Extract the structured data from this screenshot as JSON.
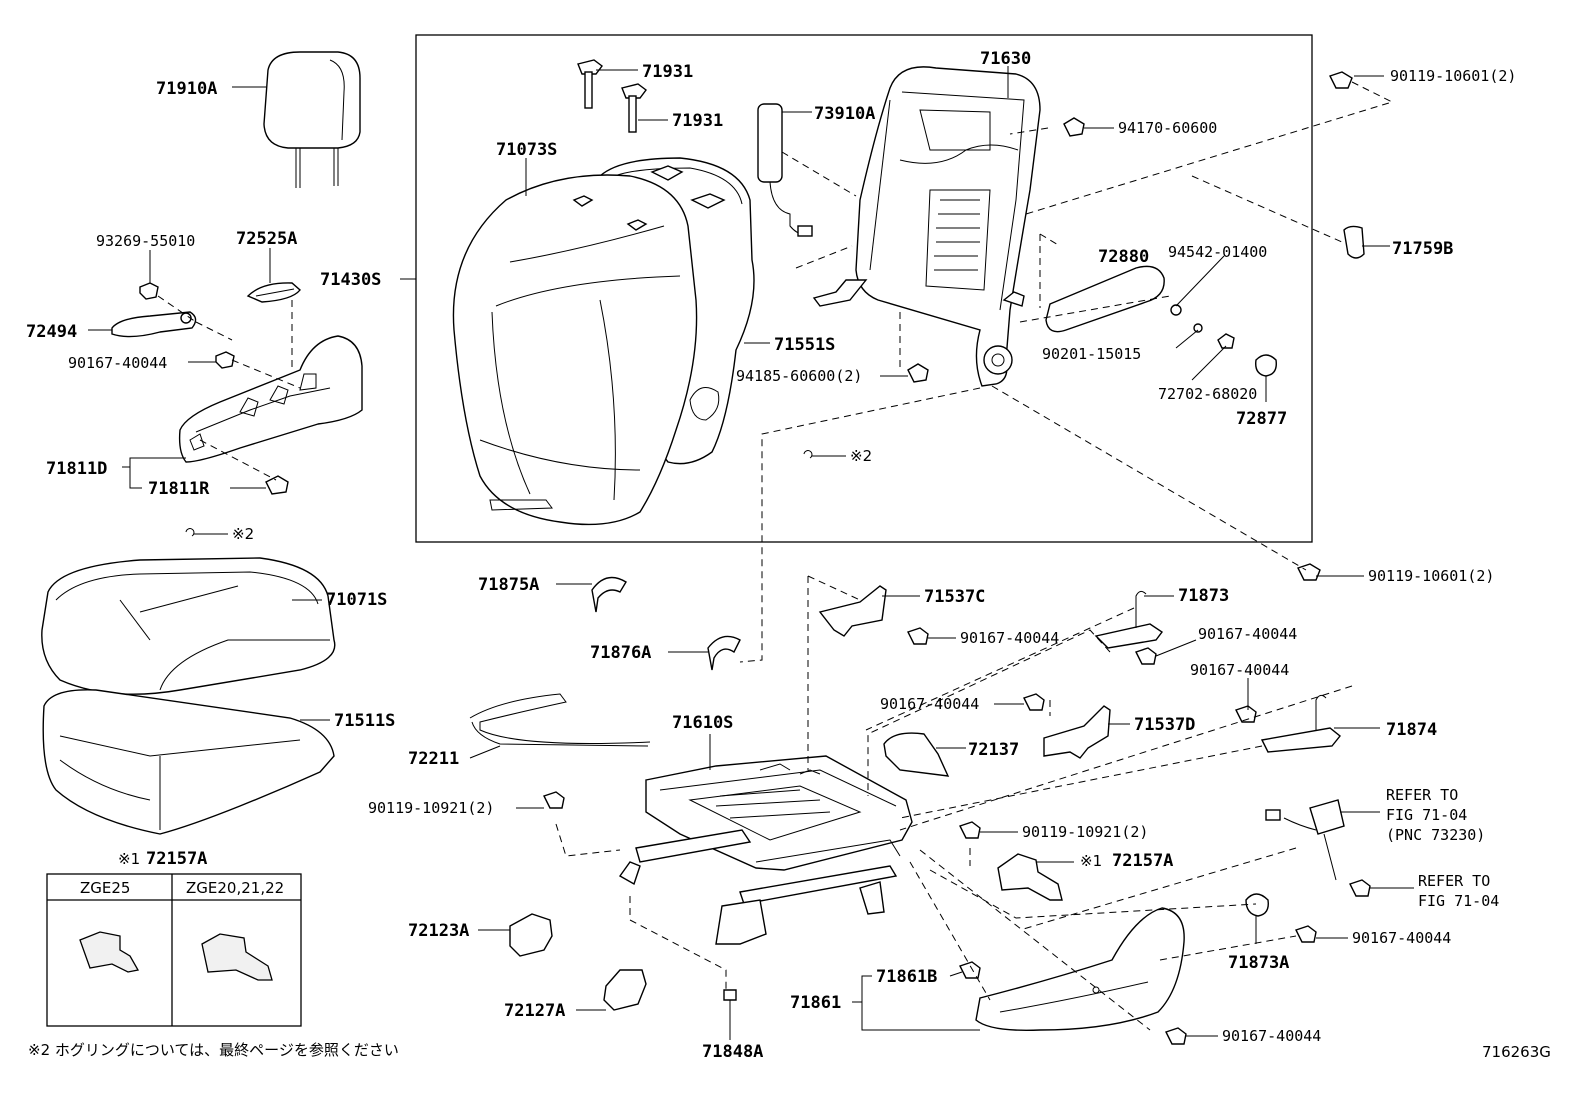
{
  "labels": {
    "p71910A": "71910A",
    "p93269": "93269-55010",
    "p72525A": "72525A",
    "p72494": "72494",
    "p90167a": "90167-40044",
    "p71811D": "71811D",
    "p71811R": "71811R",
    "p71430S": "71430S",
    "p71931a": "71931",
    "p71931b": "71931",
    "p71073S": "71073S",
    "p73910A": "73910A",
    "p71551S": "71551S",
    "p71630": "71630",
    "p94170": "94170-60600",
    "p90119a": "90119-10601(2)",
    "p72880": "72880",
    "p94542": "94542-01400",
    "p71759B": "71759B",
    "p90201": "90201-15015",
    "p94185": "94185-60600(2)",
    "p72702": "72702-68020",
    "p72877": "72877",
    "p90119b": "90119-10601(2)",
    "p71071S": "71071S",
    "p71511S": "71511S",
    "p71875A": "71875A",
    "p71876A": "71876A",
    "p71537C": "71537C",
    "p90167b": "90167-40044",
    "p71873": "71873",
    "p90167c": "90167-40044",
    "p90167d": "90167-40044",
    "p90167e": "90167-40044",
    "p71537D": "71537D",
    "p72137": "72137",
    "p71874": "71874",
    "p72211": "72211",
    "p71610S": "71610S",
    "p90119c": "90119-10921(2)",
    "p90119d": "90119-10921(2)",
    "p72157Ab": "72157A",
    "p72123A": "72123A",
    "p72127A": "72127A",
    "p71848A": "71848A",
    "p71861B": "71861B",
    "p71861": "71861",
    "p71873A": "71873A",
    "p90167f": "90167-40044",
    "p90167g": "90167-40044",
    "refer1a": "REFER TO",
    "refer1b": "FIG 71-04",
    "refer1c": "(PNC 73230)",
    "refer2a": "REFER TO",
    "refer2b": "FIG 71-04"
  },
  "markers": {
    "note1": "※1",
    "note2": "※2"
  },
  "variant_table": {
    "title": "72157A",
    "columns": [
      "ZGE25",
      "ZGE20,21,22"
    ]
  },
  "footnote": "※2 ホグリングについては、最終ページを参照ください",
  "figure_id": "716263G"
}
